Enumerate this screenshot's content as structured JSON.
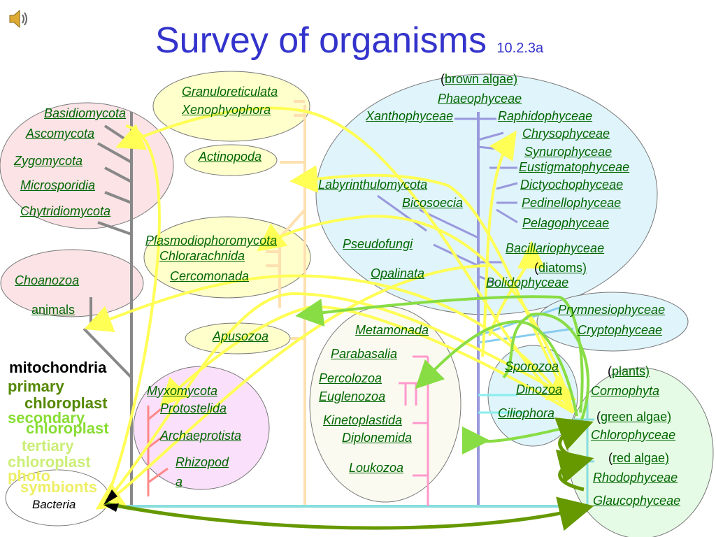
{
  "title": "Survey of organisms",
  "subtitle": "10.2.3a",
  "icons": {
    "speaker": "speaker-icon"
  },
  "colors": {
    "title": "#3333cc",
    "label": "#006600",
    "mitochondria": "#000000",
    "primary_chloroplast": "#558800",
    "secondary_chloroplast": "#88dd33",
    "tertiary_chloroplast": "#ccee77",
    "photosymbionts": "#eeee66",
    "arrow_yellow": "#ffff66",
    "arrow_green": "#88dd44",
    "arrow_darkgreen": "#669900"
  },
  "legend": {
    "mitochondria": "mitochondria",
    "primary": "primary",
    "primary_chloroplast": "chloroplast",
    "secondary": "secondary",
    "secondary_chloroplast": "chloroplast",
    "tertiary": "tertiary",
    "tertiary_chloroplast": "chloroplast",
    "photo": "photo",
    "symbionts": "symbionts"
  },
  "bacteria": "Bacteria",
  "groups": {
    "fungi": [
      "Basidiomycota",
      "Ascomycota",
      "Zygomycota",
      "Microsporidia",
      "Chytridiomycota"
    ],
    "choano": [
      "Choanozoa",
      "animals"
    ],
    "rhizaria": [
      "Granuloreticulata",
      "Xenophyophora",
      "Actinopoda",
      "Plasmodiophoromycota",
      "Chlorarachnida",
      "Cercomonada"
    ],
    "apusozoa": "Apusozoa",
    "amoebozoa": [
      "Myxomycota",
      "Protostelida",
      "Archaeprotista",
      "Rhizopod",
      "a"
    ],
    "excavates": [
      "Metamonada",
      "Parabasalia",
      "Percolozoa",
      "Euglenozoa",
      "Kinetoplastida",
      "Diplonemida",
      "Loukozoa"
    ],
    "stramenopiles": {
      "brown_paren_open": "(",
      "brown": "brown algae)",
      "items": [
        "Phaeophyceae",
        "Xanthophyceae",
        "Raphidophyceae",
        "Chrysophyceae",
        "Synurophyceae",
        "Eustigmatophyceae",
        "Labyrinthulomycota",
        "Dictyochophyceae",
        "Bicosoecia",
        "Pedinellophyceae",
        "Pelagophyceae",
        "Pseudofungi",
        "Bacillariophyceae",
        "Opalinata",
        "Bolidophyceae"
      ],
      "diatoms_open": "(",
      "diatoms": "diatoms)"
    },
    "haptophyta": [
      "Prymnesiophyceae",
      "Cryptophyceae"
    ],
    "alveolates": [
      "Sporozoa",
      "Dinozoa",
      "Ciliophora"
    ],
    "plants": {
      "plants_open": "(",
      "plants": "plants)",
      "cormophyta": "Cormophyta",
      "green_open": "(",
      "green": "green algae)",
      "chlorophyceae": "Chlorophyceae",
      "red_open": "(",
      "red": "red algae)",
      "rhodophyceae": "Rhodophyceae",
      "glaucophyceae": "Glaucophyceae"
    }
  }
}
